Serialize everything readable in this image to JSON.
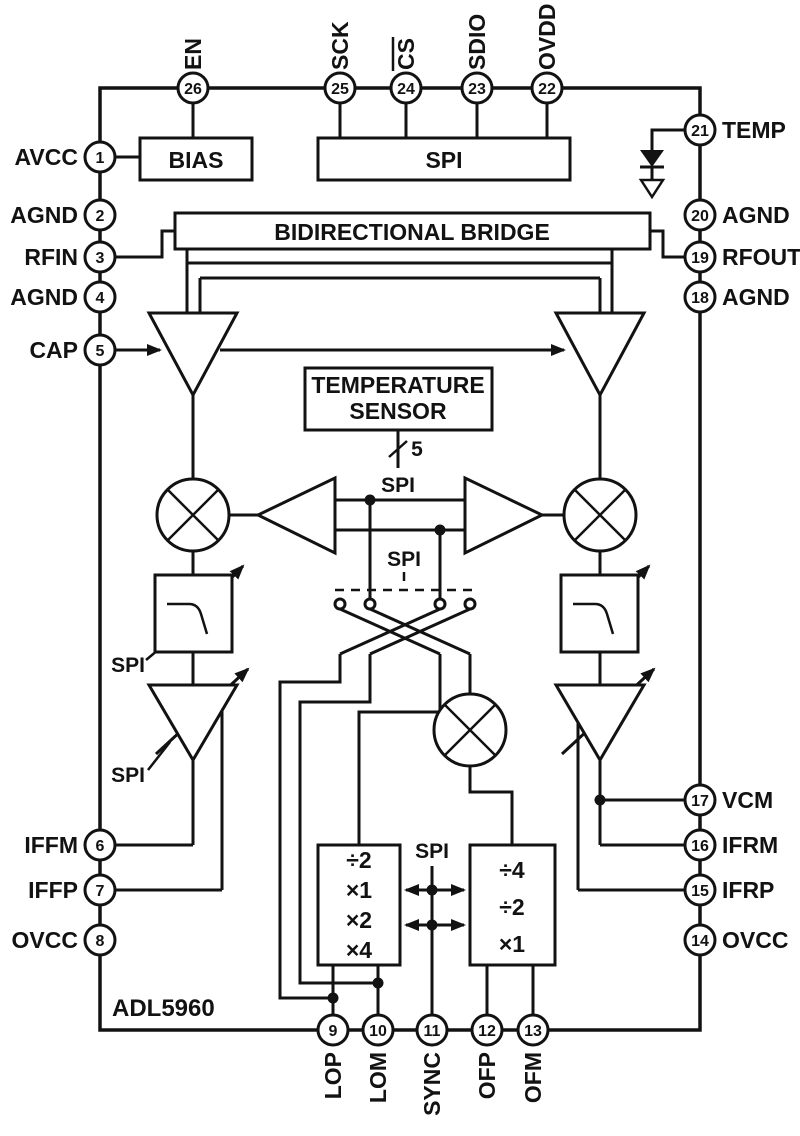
{
  "figure": {
    "chip_name": "ADL5960",
    "type": "functional-block-diagram"
  },
  "pins": {
    "top": [
      {
        "num": "26",
        "label": "EN"
      },
      {
        "num": "25",
        "label": "SCK"
      },
      {
        "num": "24",
        "label": "CS",
        "overline": true
      },
      {
        "num": "23",
        "label": "SDIO"
      },
      {
        "num": "22",
        "label": "OVDD"
      }
    ],
    "left": [
      {
        "num": "1",
        "label": "AVCC"
      },
      {
        "num": "2",
        "label": "AGND"
      },
      {
        "num": "3",
        "label": "RFIN"
      },
      {
        "num": "4",
        "label": "AGND"
      },
      {
        "num": "5",
        "label": "CAP"
      },
      {
        "num": "6",
        "label": "IFFM"
      },
      {
        "num": "7",
        "label": "IFFP"
      },
      {
        "num": "8",
        "label": "OVCC"
      }
    ],
    "right": [
      {
        "num": "21",
        "label": "TEMP"
      },
      {
        "num": "20",
        "label": "AGND"
      },
      {
        "num": "19",
        "label": "RFOUT"
      },
      {
        "num": "18",
        "label": "AGND"
      },
      {
        "num": "17",
        "label": "VCM"
      },
      {
        "num": "16",
        "label": "IFRM"
      },
      {
        "num": "15",
        "label": "IFRP"
      },
      {
        "num": "14",
        "label": "OVCC"
      }
    ],
    "bottom": [
      {
        "num": "9",
        "label": "LOP"
      },
      {
        "num": "10",
        "label": "LOM"
      },
      {
        "num": "11",
        "label": "SYNC"
      },
      {
        "num": "12",
        "label": "OFP"
      },
      {
        "num": "13",
        "label": "OFM"
      }
    ]
  },
  "blocks": {
    "bias": "BIAS",
    "spi": "SPI",
    "bridge": "BIDIRECTIONAL BRIDGE",
    "temp_line1": "TEMPERATURE",
    "temp_line2": "SENSOR",
    "bus_width": "5",
    "spi_label": "SPI",
    "divider_left": [
      "÷2",
      "×1",
      "×2",
      "×4"
    ],
    "divider_right": [
      "÷4",
      "÷2",
      "×1"
    ]
  },
  "colors": {
    "line": "#121212",
    "background": "#ffffff"
  }
}
